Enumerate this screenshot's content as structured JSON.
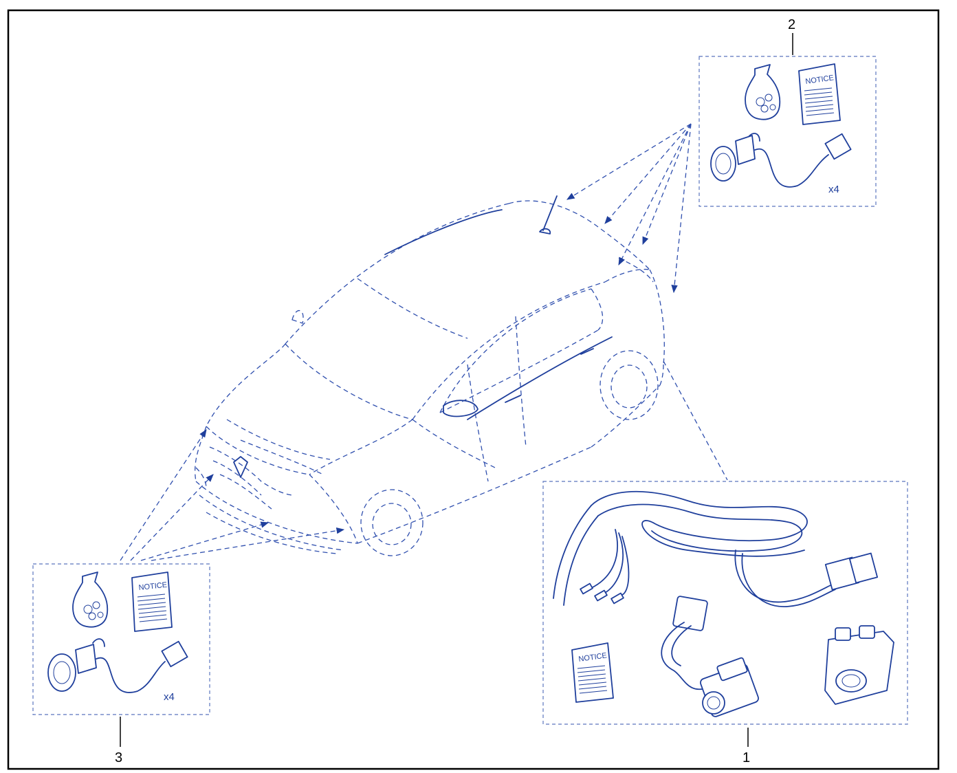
{
  "callouts": {
    "kit_1": "1",
    "kit_2": "2",
    "kit_3": "3"
  },
  "kit_1": {
    "notice": "NOTICE"
  },
  "kit_2": {
    "notice": "NOTICE",
    "quantity": "x4"
  },
  "kit_3": {
    "notice": "NOTICE",
    "quantity": "x4"
  },
  "colors": {
    "line": "#1f3f9c",
    "frame": "#000000",
    "background": "#ffffff"
  }
}
